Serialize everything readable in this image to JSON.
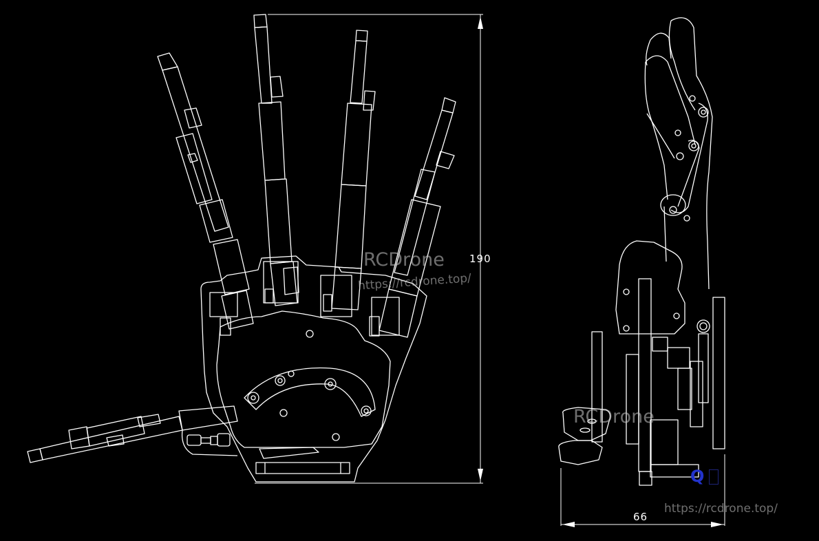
{
  "drawing": {
    "type": "CAD line drawing",
    "subject": "robotic hand",
    "background_color": "#000000",
    "line_color": "#ffffff",
    "views": [
      {
        "name": "front-view",
        "description": "palm view with five fingers"
      },
      {
        "name": "side-view",
        "description": "side profile with curled fingers"
      }
    ]
  },
  "dimensions": {
    "height": {
      "value": "190",
      "view": "front-view",
      "orientation": "vertical"
    },
    "width": {
      "value": "66",
      "view": "side-view",
      "orientation": "horizontal"
    }
  },
  "watermarks": {
    "front": {
      "brand": "RCDrone",
      "url": "https://rcdrone.top/"
    },
    "side": {
      "brand": "RCDrone"
    },
    "bottom_right": {
      "url": "https://rcdrone.top/"
    },
    "badge": {
      "letter": "Q",
      "color": "#2233cc"
    }
  }
}
